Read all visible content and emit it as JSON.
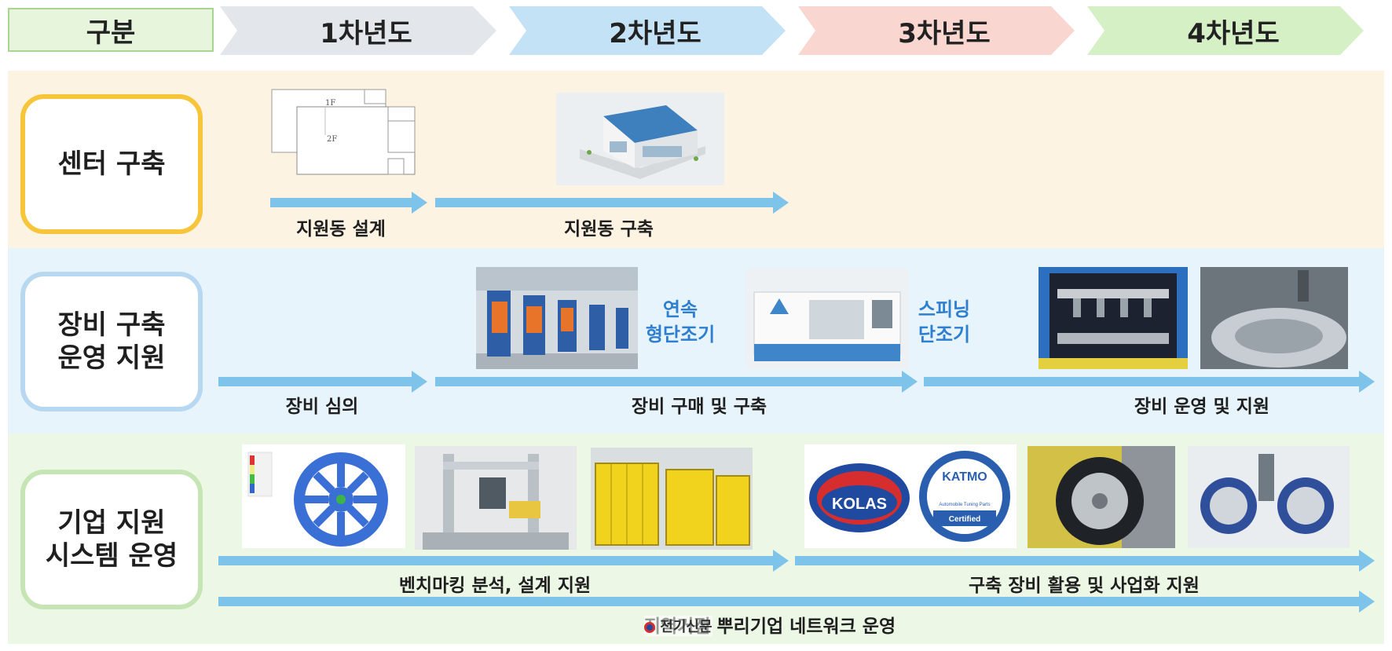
{
  "header": {
    "category": "구분",
    "years": [
      "1차년도",
      "2차년도",
      "3차년도",
      "4차년도"
    ]
  },
  "rows": [
    {
      "label": "센터 구축",
      "captions": [
        "지원동 설계",
        "지원동 구축"
      ]
    },
    {
      "label": "장비 구축\n운영 지원",
      "captions": [
        "장비 심의",
        "장비 구매 및 구축",
        "장비 운영 및 지원"
      ],
      "equipment_labels": [
        "연속\n형단조기",
        "스피닝\n단조기"
      ]
    },
    {
      "label": "기업 지원\n시스템 운영",
      "captions": [
        "벤치마킹 분석, 설계 지원",
        "구축 장비 활용 및 사업화 지원",
        "지역거점 뿌리기업 네트워크 운영"
      ]
    }
  ],
  "floorplan": {
    "floor1": "1F",
    "floor2": "2F"
  },
  "logos": {
    "kolas": "KOLAS",
    "katmo": "KATMO",
    "katmo_sub": "Automobile Tuning Parts",
    "katmo_cert": "Certified"
  },
  "watermark": "전기신문",
  "colors": {
    "band1": "#fdf3e3",
    "band2": "#e8f4fb",
    "band3": "#edf7e6",
    "arrow": "#7ec3ea",
    "border1": "#f7c53a",
    "border2": "#b8d8f2",
    "border3": "#c5e5b4",
    "chev1": "#e3e6ea",
    "chev2": "#c3e2f6",
    "chev3": "#f9d6cf",
    "chev4": "#d6f0c6"
  }
}
